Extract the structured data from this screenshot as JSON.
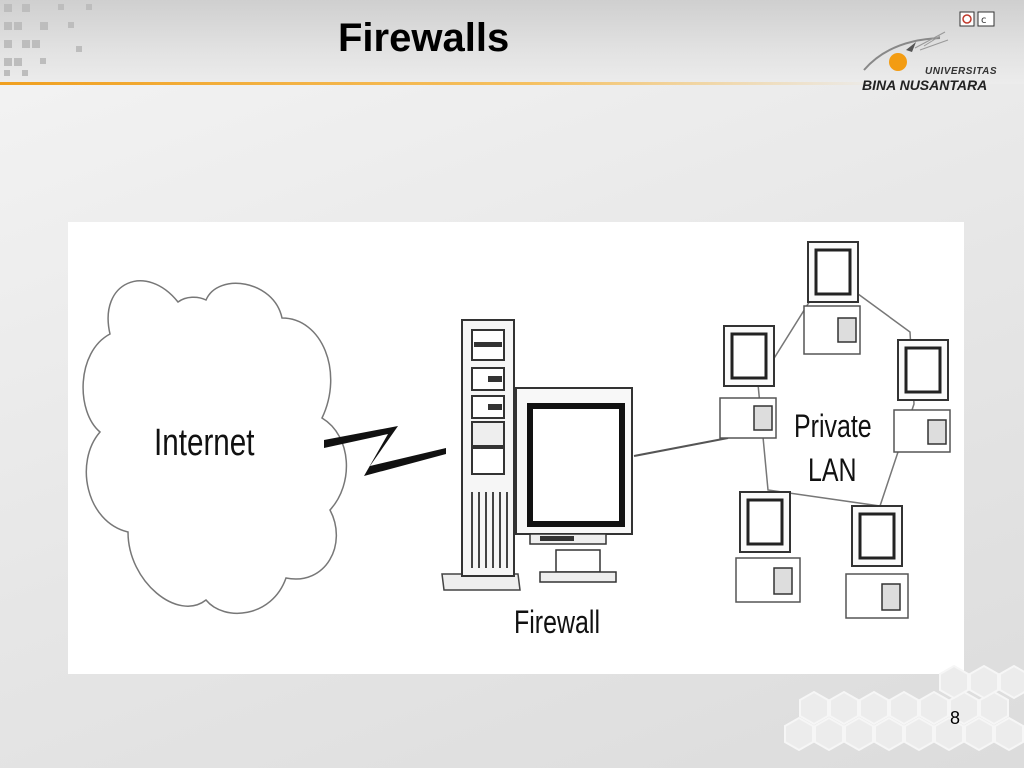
{
  "slide": {
    "title": "Firewalls",
    "page_number": "8"
  },
  "logo": {
    "line1": "UNIVERSITAS",
    "line2": "BINA NUSANTARA"
  },
  "diagram": {
    "internet_label": "Internet",
    "firewall_label": "Firewall",
    "lan_label_line1": "Private",
    "lan_label_line2": "LAN"
  }
}
